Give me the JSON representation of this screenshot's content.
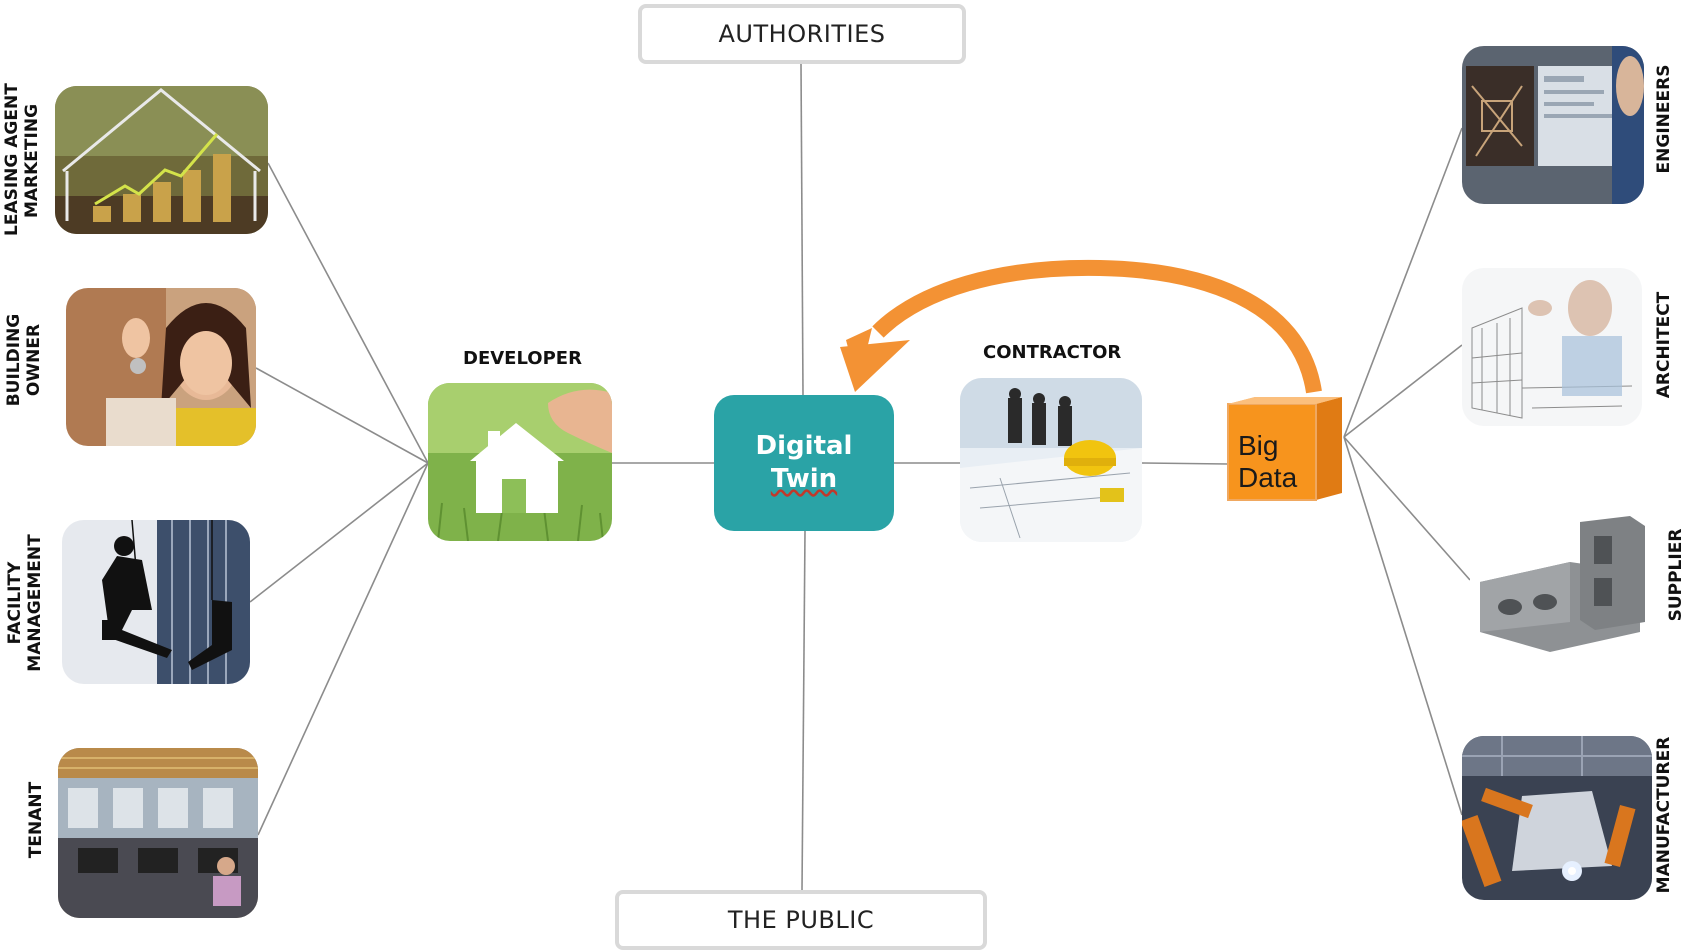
{
  "boxes": {
    "top": "AUTHORITIES",
    "bottom": "THE PUBLIC"
  },
  "left_stakeholders": [
    {
      "lines": [
        "LEASING AGENT",
        "MARKETING"
      ],
      "icon": "rising-coins-house-photo"
    },
    {
      "lines": [
        "BUILDING",
        "OWNER"
      ],
      "icon": "woman-with-keys-photo"
    },
    {
      "lines": [
        "FACILITY",
        "MANAGEMENT"
      ],
      "icon": "window-cleaners-photo"
    },
    {
      "lines": [
        "TENANT"
      ],
      "icon": "open-plan-office-photo"
    }
  ],
  "right_stakeholders": [
    {
      "label": "ENGINEERS",
      "icon": "engineer-monitors-photo"
    },
    {
      "label": "ARCHITECT",
      "icon": "architect-sketch-photo"
    },
    {
      "label": "SUPPLIER",
      "icon": "concrete-blocks-photo"
    },
    {
      "label": "MANUFACTURER",
      "icon": "robotic-assembly-photo"
    }
  ],
  "center": {
    "developer": "DEVELOPER",
    "contractor": "CONTRACTOR",
    "twin_line1": "Digital",
    "twin_line2": "Twin",
    "bigdata_line1": "Big",
    "bigdata_line2": "Data"
  },
  "colors": {
    "twin": "#2aa3a6",
    "bigdata": "#f7941d",
    "arrow": "#f39234",
    "connector": "#8c8c8c",
    "box_border": "#d9d9d9"
  }
}
